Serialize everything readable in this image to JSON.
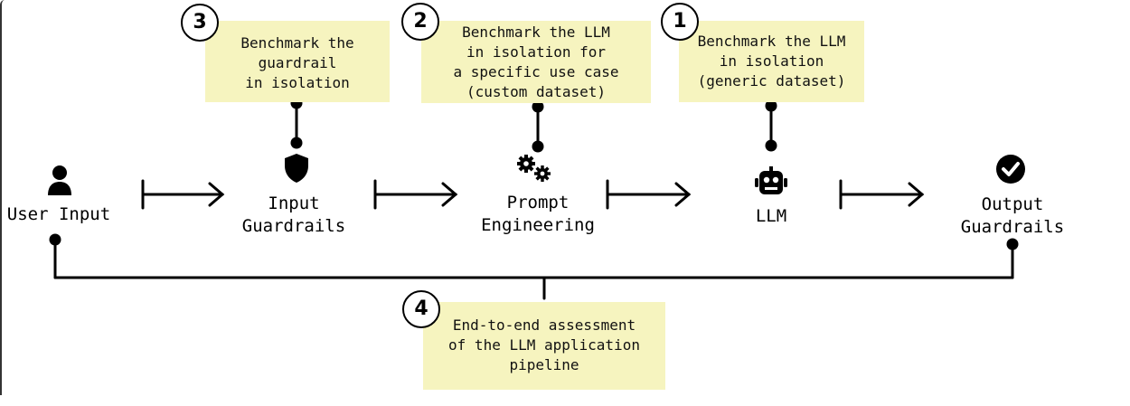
{
  "nodes": {
    "user_input": "User Input",
    "input_guardrails": "Input\nGuardrails",
    "prompt_engineering": "Prompt\nEngineering",
    "llm": "LLM",
    "output_guardrails": "Output\nGuardrails"
  },
  "notes": {
    "n1": {
      "number": "1",
      "text": "Benchmark the LLM\nin isolation\n(generic dataset)"
    },
    "n2": {
      "number": "2",
      "text": "Benchmark the LLM\nin isolation for\na specific use case\n(custom dataset)"
    },
    "n3": {
      "number": "3",
      "text": "Benchmark the\nguardrail\nin isolation"
    },
    "n4": {
      "number": "4",
      "text": "End-to-end assessment\nof the LLM application\npipeline"
    }
  },
  "icons": {
    "user_input": "person-icon",
    "input_guardrails": "shield-icon",
    "prompt_engineering": "gears-icon",
    "llm": "robot-icon",
    "output_guardrails": "check-circle-icon"
  },
  "colors": {
    "note_bg": "#f6f4bf",
    "stroke": "#000000"
  }
}
